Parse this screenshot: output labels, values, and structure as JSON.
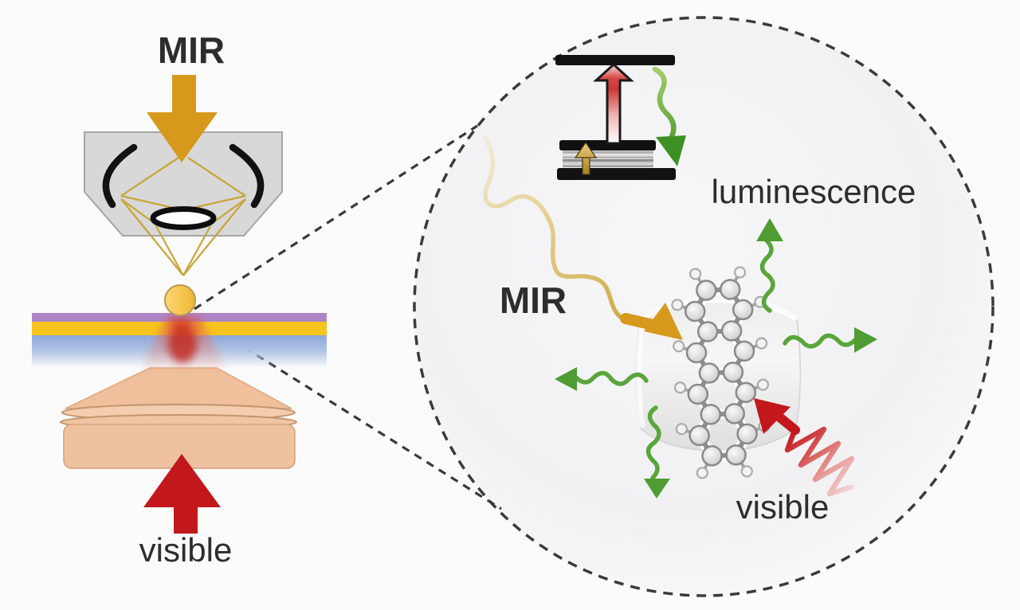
{
  "left_panel": {
    "mir_label": "MIR",
    "visible_label": "visible"
  },
  "zoom_panel": {
    "mir_label": "MIR",
    "luminescence_label": "luminescence",
    "visible_label": "visible"
  },
  "colors": {
    "mir_gold": "#D6991B",
    "visible_red": "#C2181C",
    "luminescence_green": "#5AA63C",
    "substrate_purple": "#AD85C7",
    "substrate_yellow": "#F6C51D",
    "substrate_blue": "#8FA8DA",
    "lens_peach": "#EEC09C",
    "objective_gray": "#D8D8D8",
    "energy_level_black": "#111111",
    "background": "#FBFBFB"
  }
}
